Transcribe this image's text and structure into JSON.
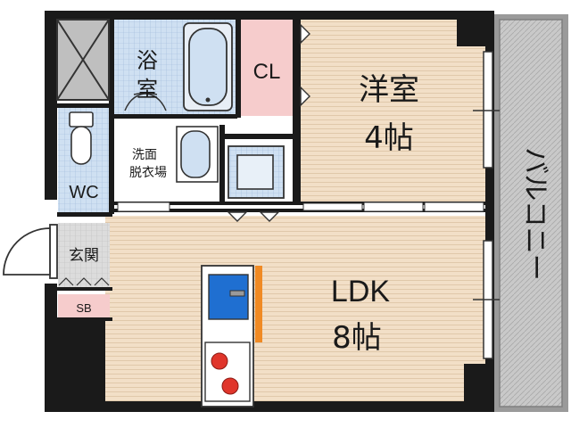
{
  "rooms": {
    "western": {
      "name": "洋室",
      "size": "4帖"
    },
    "ldk": {
      "name": "LDK",
      "size": "8帖"
    },
    "bath": {
      "line1": "浴",
      "line2": "室"
    },
    "closet": {
      "name": "CL"
    },
    "washroom": {
      "line1": "洗面",
      "line2": "脱衣場"
    },
    "toilet": {
      "name": "WC"
    },
    "entrance": {
      "name": "玄関"
    },
    "shoe_box": {
      "name": "SB"
    },
    "balcony": {
      "name": "バルコニー"
    }
  },
  "colors": {
    "wall": "#1a1a1a",
    "ldk_floor": "#f2dfc7",
    "western_floor": "#f2dfc7",
    "tile_blue": "#cfe0f2",
    "closet_pink": "#f6cccc",
    "balcony_gray": "#c9c9c9",
    "sink_blue": "#1f6fd1",
    "counter_orange": "#f08a24",
    "stove_red": "#e0352b"
  }
}
